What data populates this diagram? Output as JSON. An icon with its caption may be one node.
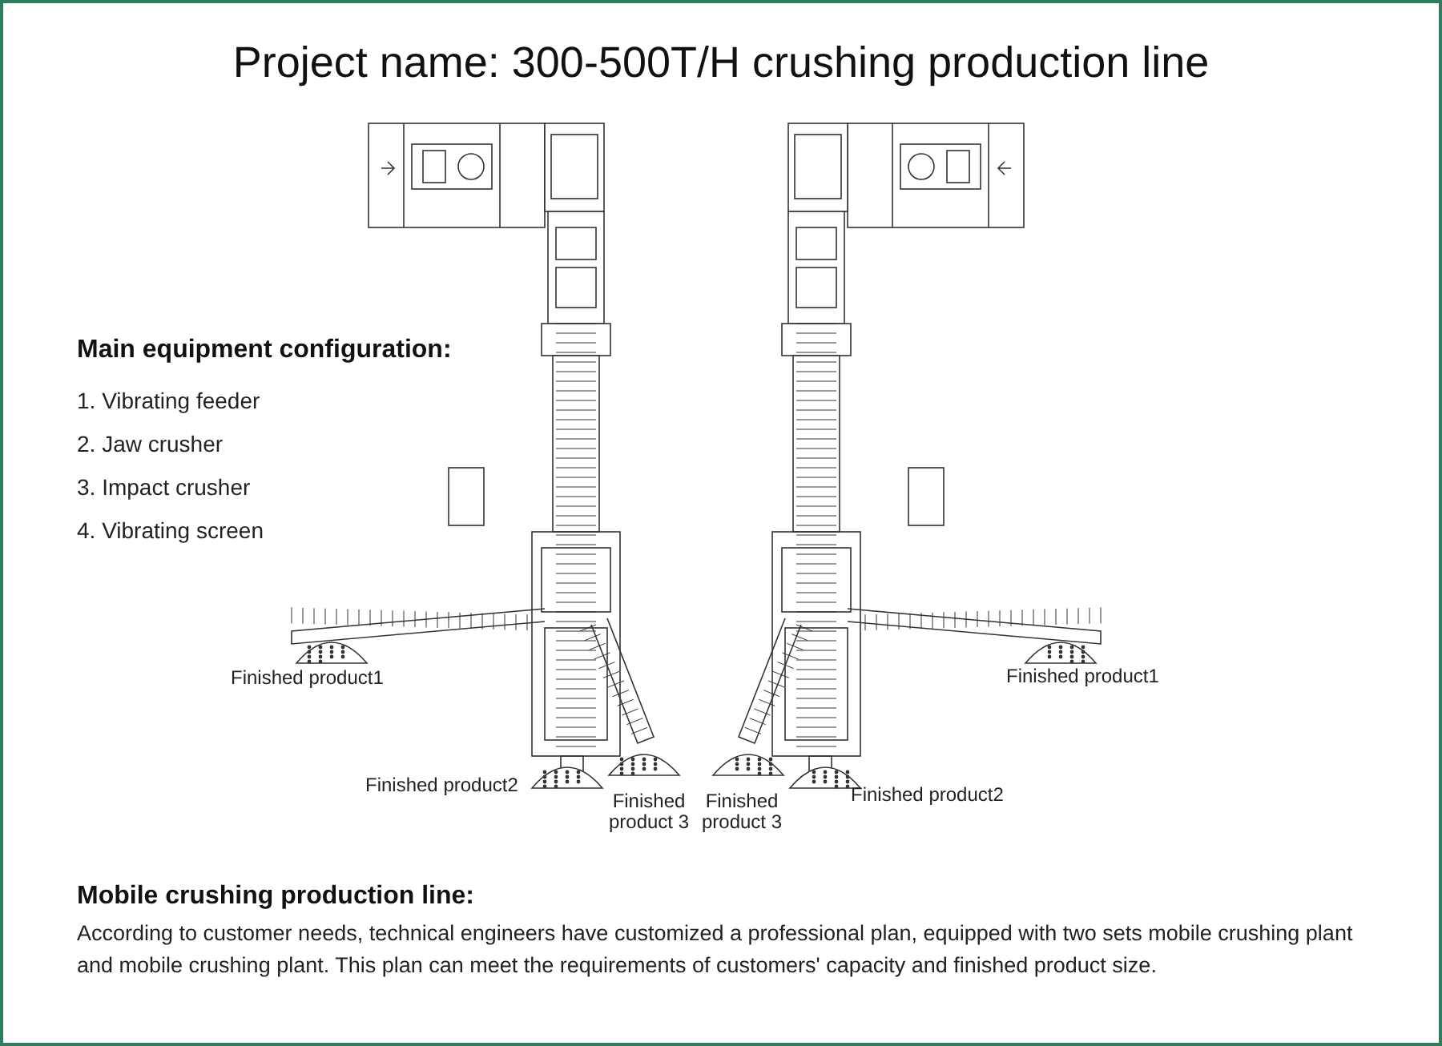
{
  "diagram": {
    "title": "Project name: 300-500T/H crushing production line",
    "labels": [
      "Main equipment configuration:",
      "1. Vibrating feeder",
      "2. Jaw crusher",
      "3. Impact crusher",
      "4. Vibrating screen",
      "Finished product1",
      "Finished product2",
      "Finished product 3",
      "Finished product 3",
      "Finished product2",
      "Finished product1",
      "Mobile crushing production line:",
      "According to customer needs, technical engineers have customized a professional plan, equipped with two sets mobile crushing plant and mobile crushing plant. This plan can meet the requirements of customers' capacity and finished product size."
    ]
  }
}
